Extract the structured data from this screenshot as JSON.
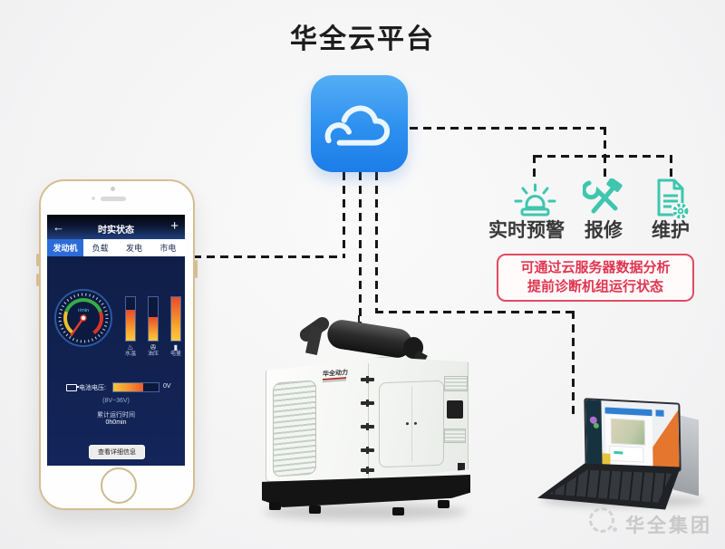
{
  "title": "华全云平台",
  "features": [
    {
      "label": "实时预警",
      "icon": "alarm-icon"
    },
    {
      "label": "报修",
      "icon": "repair-tools-icon"
    },
    {
      "label": "维护",
      "icon": "maintenance-doc-gear-icon"
    }
  ],
  "note": {
    "line1": "可通过云服务器数据分析",
    "line2": "提前诊断机组运行状态"
  },
  "phone": {
    "header": {
      "back": "←",
      "title": "时实状态",
      "add": "+"
    },
    "tabs": [
      {
        "label": "发动机",
        "active": true
      },
      {
        "label": "负载",
        "active": false
      },
      {
        "label": "发电",
        "active": false
      },
      {
        "label": "市电",
        "active": false
      }
    ],
    "gauge": {
      "unit": "r/min"
    },
    "bars": [
      {
        "label": "水温",
        "fill_pct": 70
      },
      {
        "label": "油压",
        "fill_pct": 55
      },
      {
        "label": "电量",
        "fill_pct": 100
      }
    ],
    "battery": {
      "label": "电池电压:",
      "value": "0V",
      "range": "(8V~36V)",
      "fill_pct": 66
    },
    "runtime": {
      "label": "累计运行时间",
      "value": "0h0min"
    },
    "detail_button": "查看详细信息"
  },
  "generator": {
    "brand": "华全动力"
  },
  "footer": {
    "brand": "华全集团"
  },
  "colors": {
    "cloud_blue_top": "#55aef5",
    "cloud_blue_bottom": "#1d7ce9",
    "teal": "#3ec6ae",
    "note_red": "#e03550",
    "app_navy": "#0e1d44",
    "tab_blue": "#2d6bd9",
    "phone_gold": "#d6bd92",
    "bar_orange_top": "#e84d2c",
    "bar_orange_bottom": "#fcc847"
  }
}
